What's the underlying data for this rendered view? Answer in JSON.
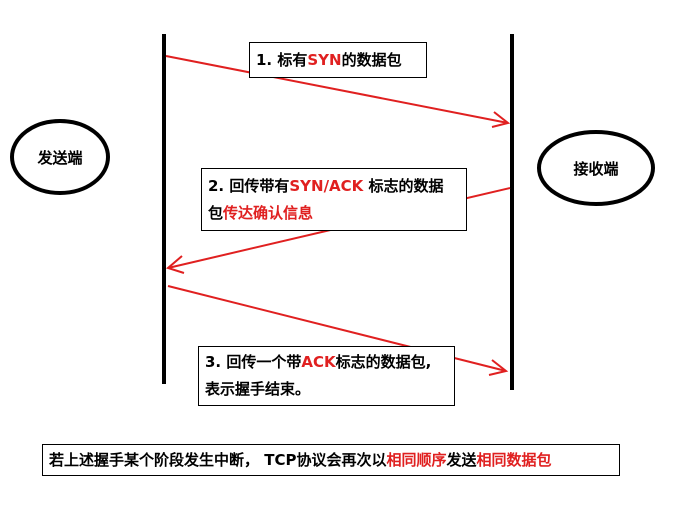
{
  "nodes": {
    "sender": "发送端",
    "receiver": "接收端"
  },
  "steps": [
    {
      "prefix": "1. 标有",
      "highlight": "SYN",
      "suffix": "的数据包"
    },
    {
      "line1_prefix": "2. 回传带有",
      "line1_highlight": "SYN/ACK",
      "line1_suffix": " 标志的数据",
      "line2_prefix": "包",
      "line2_highlight": "传达确认信息"
    },
    {
      "line1_prefix": "3. 回传一个带",
      "line1_highlight": "ACK",
      "line1_suffix": "标志的数据包,",
      "line2": "表示握手结束。"
    }
  ],
  "note": {
    "prefix": "若上述握手某个阶段发生中断， TCP协议会再次以",
    "highlight1": "相同顺序",
    "middle": "发送",
    "highlight2": "相同数据包"
  },
  "colors": {
    "arrow": "#e02020",
    "highlight": "#e02020",
    "line": "#000000"
  }
}
